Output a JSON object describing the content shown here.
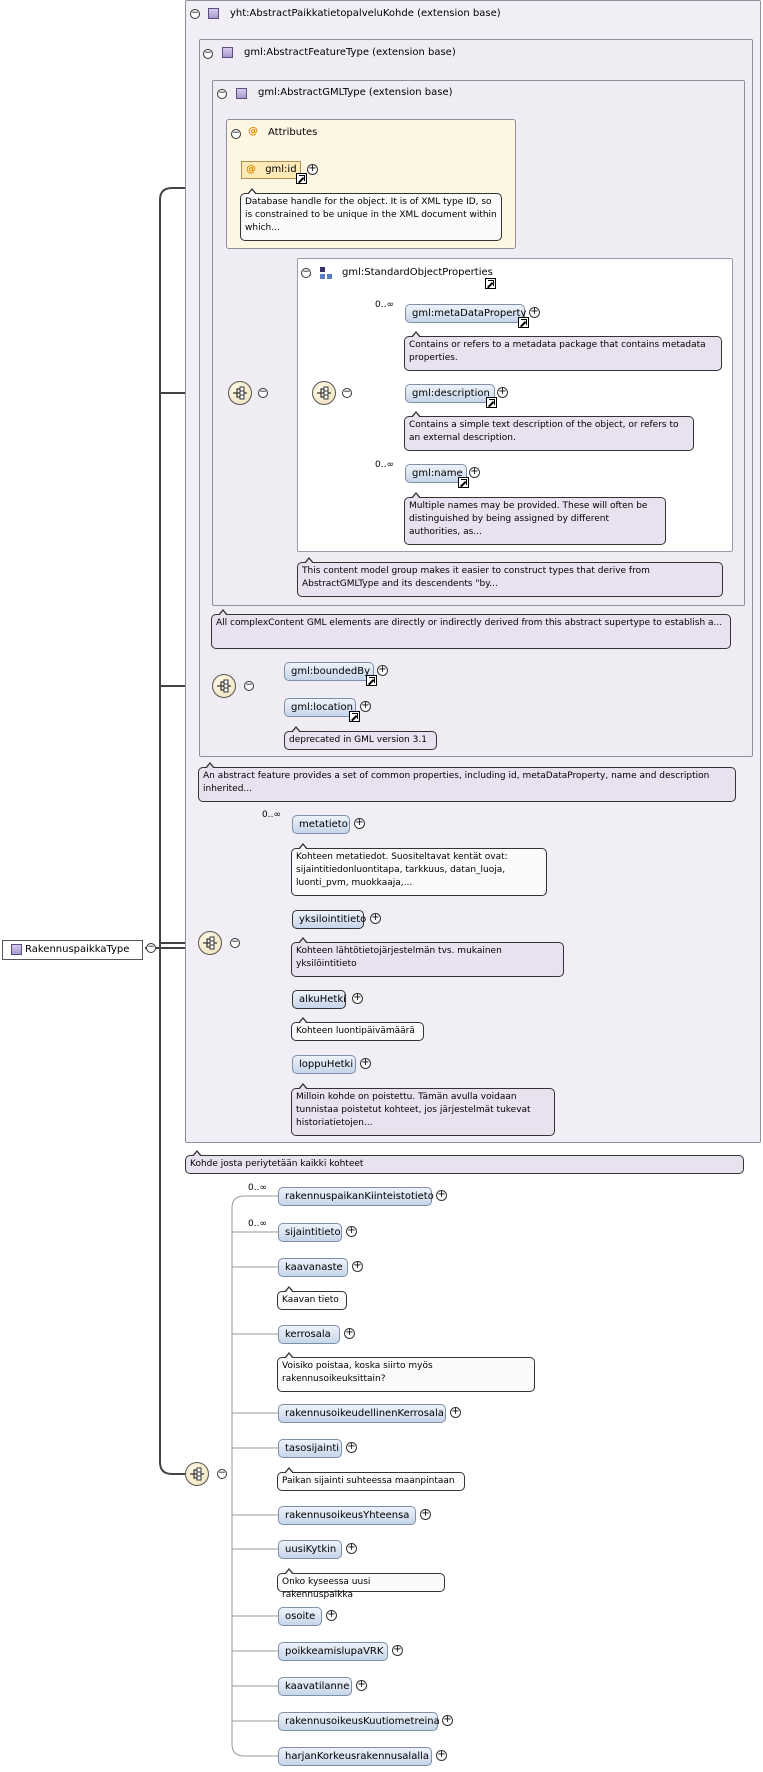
{
  "root": {
    "label": "RakennuspaikkaType"
  },
  "frames": {
    "yht": "yht:AbstractPaikkatietopalveluKohde (extension base)",
    "feature": "gml:AbstractFeatureType (extension base)",
    "gmltype": "gml:AbstractGMLType (extension base)",
    "attributes": "Attributes",
    "std": "gml:StandardObjectProperties"
  },
  "attr": {
    "gml_id": "gml:id",
    "gml_id_doc": "Database handle for the object. It is of XML type ID, so is constrained to be unique in the XML document within which..."
  },
  "std": {
    "metaDataProperty": "gml:metaDataProperty",
    "metaDataProperty_card": "0..∞",
    "metaDataProperty_doc": "Contains or refers to a metadata package that contains metadata properties.",
    "description": "gml:description",
    "description_doc": "Contains a simple text description of the object, or refers to an external description.",
    "name": "gml:name",
    "name_card": "0..∞",
    "name_doc": "Multiple names may be provided. These will often be distinguished by being assigned by different authorities, as...",
    "group_doc": "This content model group makes it easier to construct types that derive from AbstractGMLType and its descendents \"by..."
  },
  "gmltype_doc": "All complexContent GML elements are directly or indirectly derived from this abstract supertype to establish a...",
  "feature": {
    "boundedBy": "gml:boundedBy",
    "location": "gml:location",
    "location_doc": "deprecated in GML version 3.1",
    "doc": "An abstract feature provides a set of common properties, including id, metaDataProperty, name and description inherited..."
  },
  "yht": {
    "metatieto": "metatieto",
    "metatieto_card": "0..∞",
    "metatieto_doc": "Kohteen metatiedot. Suositeltavat kentät ovat: sijaintitiedonluontitapa, tarkkuus, datan_luoja, luonti_pvm, muokkaaja,...",
    "yksilointitieto": "yksilointitieto",
    "yksilointitieto_doc": "Kohteen lähtötietojärjestelmän tvs. mukainen yksilöintitieto",
    "alkuHetki": "alkuHetki",
    "alkuHetki_doc": "Kohteen luontipäivämäärä",
    "loppuHetki": "loppuHetki",
    "loppuHetki_doc": "Milloin kohde on poistettu. Tämän avulla voidaan tunnistaa poistetut kohteet, jos järjestelmät tukevat historiatietojen...",
    "doc": "Kohde josta periytetään kaikki kohteet"
  },
  "own": [
    {
      "label": "rakennuspaikanKiinteistotieto",
      "card": "0..∞",
      "doc": ""
    },
    {
      "label": "sijaintitieto",
      "card": "0..∞",
      "doc": ""
    },
    {
      "label": "kaavanaste",
      "card": "",
      "doc": "Kaavan tieto"
    },
    {
      "label": "kerrosala",
      "card": "",
      "doc": "Voisiko poistaa, koska siirto myös rakennusoikeuksittain?"
    },
    {
      "label": "rakennusoikeudellinenKerrosala",
      "card": "",
      "doc": ""
    },
    {
      "label": "tasosijainti",
      "card": "",
      "doc": "Paikan sijainti suhteessa maanpintaan"
    },
    {
      "label": "rakennusoikeusYhteensa",
      "card": "",
      "doc": ""
    },
    {
      "label": "uusiKytkin",
      "card": "",
      "doc": "Onko kyseessa uusi rakennuspaikka"
    },
    {
      "label": "osoite",
      "card": "",
      "doc": ""
    },
    {
      "label": "poikkeamislupaVRK",
      "card": "",
      "doc": ""
    },
    {
      "label": "kaavatilanne",
      "card": "",
      "doc": ""
    },
    {
      "label": "rakennusoikeusKuutiometreina",
      "card": "",
      "doc": ""
    },
    {
      "label": "harjanKorkeusrakennusalalla",
      "card": "",
      "doc": ""
    }
  ],
  "colors": {
    "frame_bg": "#f1eef6",
    "element_bg": "#c6d5ea",
    "note_bg": "#e8e2f0",
    "attr_bg": "#fdf6e3"
  }
}
